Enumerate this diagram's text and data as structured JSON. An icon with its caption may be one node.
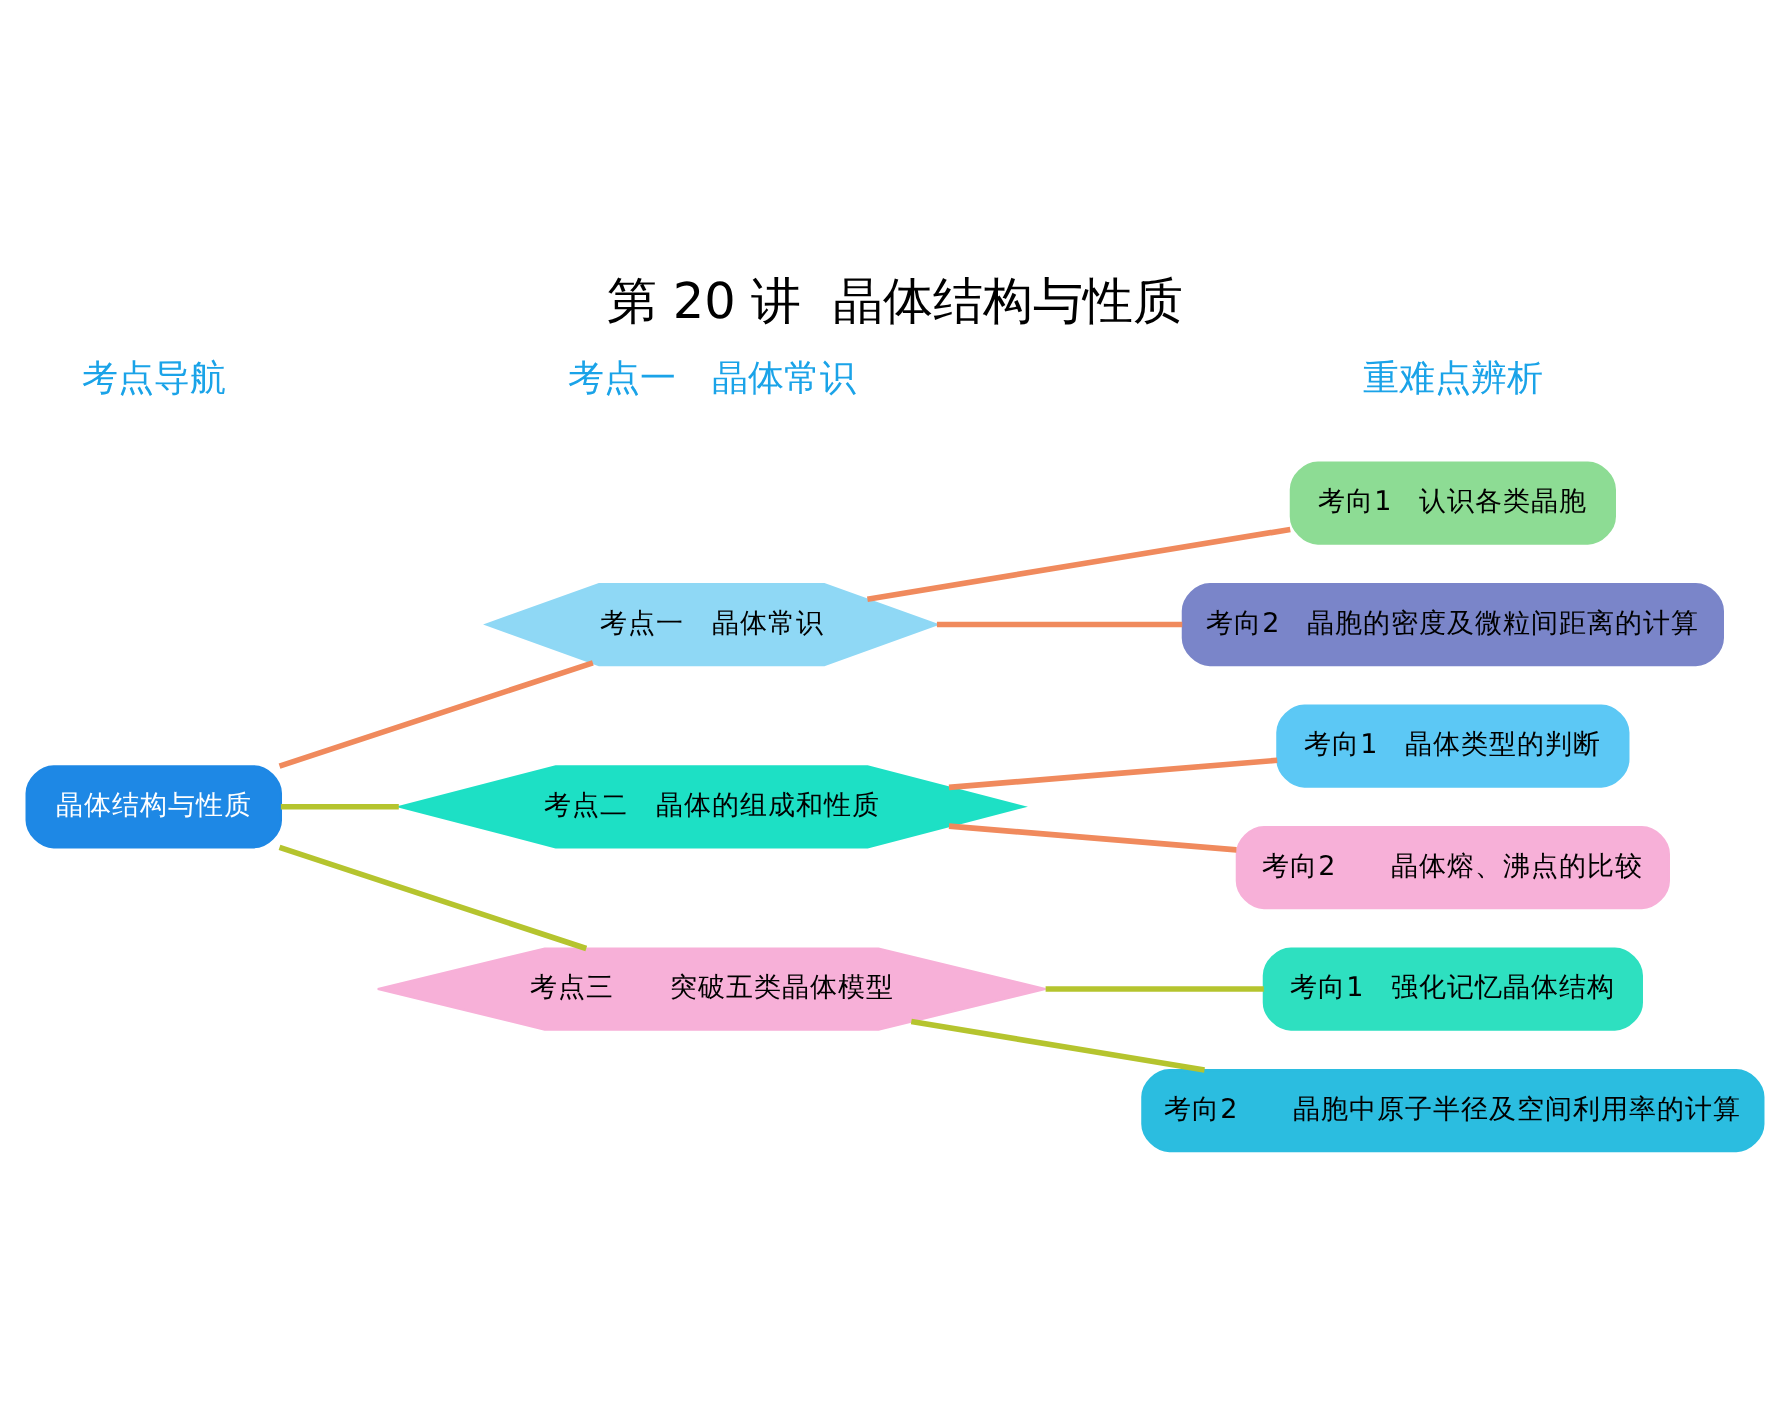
{
  "diagram": {
    "title": "第 20 讲  晶体结构与性质",
    "nodes": [
      {
        "text": [
          "晶体结构与性质"
        ]
      },
      {
        "text": [
          "考点一　晶体常识"
        ]
      },
      {
        "text": [
          "考向1　认识各类晶胞"
        ]
      },
      {
        "text": [
          "考向2　晶胞的密度及微粒间距离的计算"
        ]
      },
      {
        "text": [
          "考点二　晶体的组成和性质"
        ]
      },
      {
        "text": [
          "考向1　晶体类型的判断"
        ]
      },
      {
        "text": [
          "考向2　　晶体熔、沸点的比较"
        ]
      },
      {
        "text": [
          "考点三　　突破五类晶体模型"
        ]
      },
      {
        "text": [
          "考向1　强化记忆晶体结构"
        ]
      },
      {
        "text": [
          "考向2　　晶胞中原子半径及空间利用率的计算"
        ]
      }
    ],
    "edges": [
      {
        "from": 0,
        "to": 1,
        "arrow": "none"
      },
      {
        "from": 1,
        "to": 2,
        "arrow": "none"
      },
      {
        "from": 1,
        "to": 3,
        "arrow": "none"
      },
      {
        "from": 0,
        "to": 4,
        "arrow": "none",
        "color": "#b5c42e"
      },
      {
        "from": 4,
        "to": 5,
        "arrow": "none"
      },
      {
        "from": 4,
        "to": 6,
        "arrow": "none"
      },
      {
        "from": 0,
        "to": 7,
        "arrow": "none",
        "color": "#b5c42e"
      },
      {
        "from": 7,
        "to": 8,
        "arrow": "none",
        "color": "#b5c42e"
      },
      {
        "from": 7,
        "to": 9,
        "arrow": "none",
        "color": "#b5c42e"
      }
    ],
    "labels": [
      "考点导航",
      "考点一　晶体常识",
      "重难点辨析"
    ]
  }
}
